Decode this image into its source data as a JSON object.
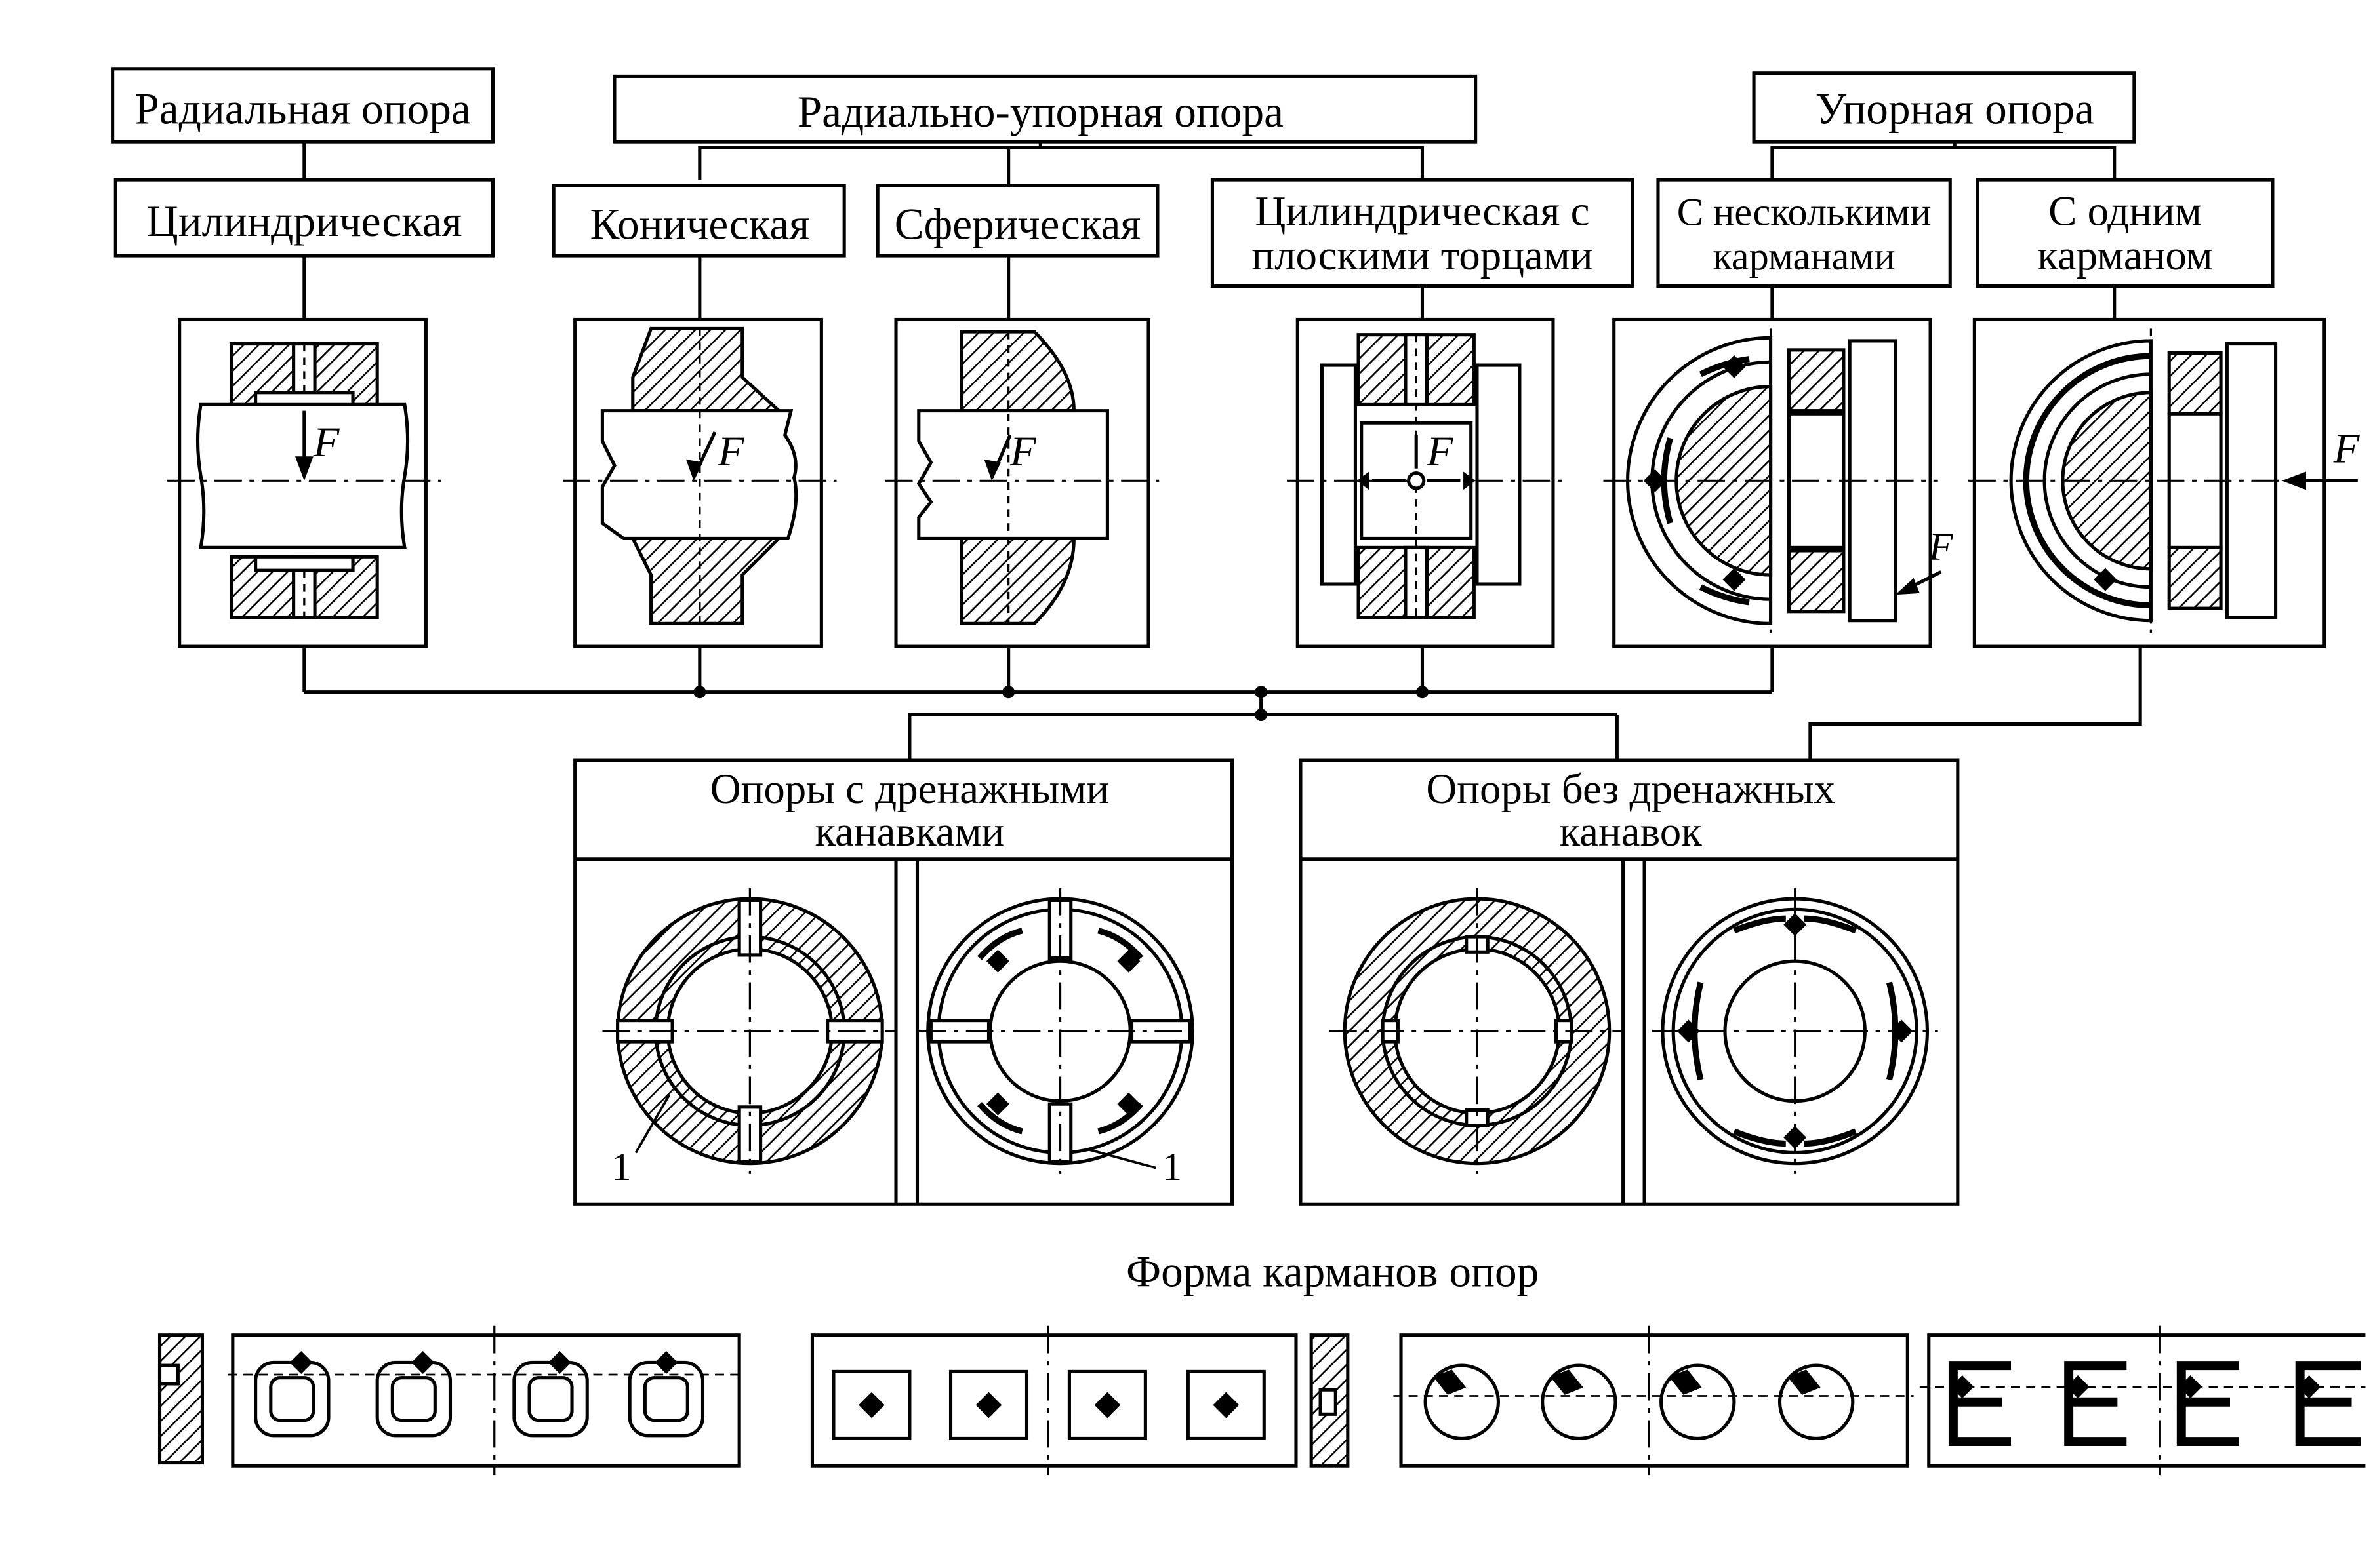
{
  "categories": {
    "radial": "Радиальная опора",
    "radial_thrust": "Радиально-упорная опора",
    "thrust": "Упорная опора"
  },
  "types": {
    "cylindrical": "Цилиндрическая",
    "conical": "Коническая",
    "spherical": "Сферическая",
    "cyl_flat_line1": "Цилиндрическая с",
    "cyl_flat_line2": "плоскими торцами",
    "several_line1": "С несколькими",
    "several_line2": "карманами",
    "one_line1": "С одним",
    "one_line2": "карманом"
  },
  "force_label": "F",
  "groups": {
    "drain_line1": "Опоры с дренажными",
    "drain_line2": "канавками",
    "nodrain_line1": "Опоры без дренажных",
    "nodrain_line2": "канавок"
  },
  "callout_1": "1",
  "pocket_shapes_title": "Форма карманов опор",
  "colors": {
    "ink": "#000000",
    "paper": "#ffffff"
  }
}
